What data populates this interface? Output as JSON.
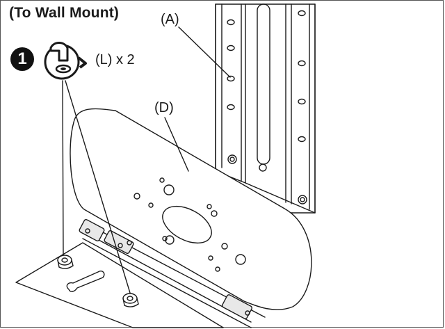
{
  "title": "(To Wall Mount)",
  "step": {
    "number": "1"
  },
  "screw": {
    "label": "(L) x 2",
    "icon": "screw-rotate-icon"
  },
  "parts": {
    "a": "(A)",
    "d": "(D)"
  },
  "colors": {
    "line": "#1a1a1a",
    "bg": "#ffffff",
    "shade": "#d9d9d9"
  }
}
